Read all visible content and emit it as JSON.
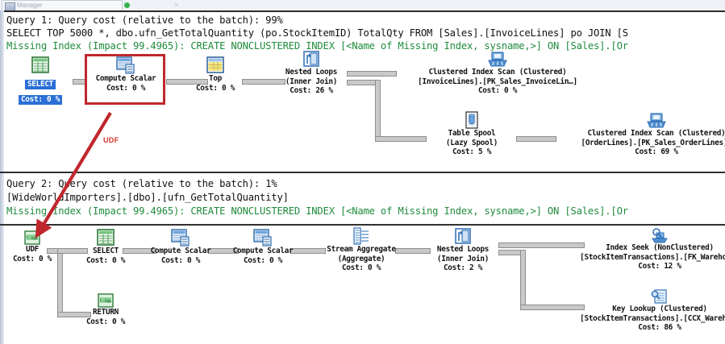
{
  "window": {
    "tab_label": "Manager",
    "close_glyph": "×"
  },
  "queries": [
    {
      "id": "query-1",
      "header_cost": "Query 1: Query cost (relative to the batch): 99%",
      "header_sql": "SELECT TOP 5000 *, dbo.ufn_GetTotalQuantity (po.StockItemID) TotalQty FROM [Sales].[InvoiceLines] po JOIN [S",
      "header_missing_index": "Missing Index (Impact 99.4965): CREATE NONCLUSTERED INDEX [<Name of Missing Index, sysname,>] ON [Sales].[Or",
      "nodes": [
        {
          "name": "select",
          "icon": "select-icon",
          "line1": "SELECT",
          "line2": "",
          "cost": "Cost: 0 %",
          "selected": true
        },
        {
          "name": "compute-scalar",
          "icon": "compute-scalar-icon",
          "line1": "Compute Scalar",
          "line2": "",
          "cost": "Cost: 0 %",
          "selected": false
        },
        {
          "name": "top",
          "icon": "top-icon",
          "line1": "Top",
          "line2": "",
          "cost": "Cost: 0 %",
          "selected": false
        },
        {
          "name": "nested-loops",
          "icon": "nested-loops-icon",
          "line1": "Nested Loops",
          "line2": "(Inner Join)",
          "cost": "Cost: 26 %",
          "selected": false
        },
        {
          "name": "clustered-index-scan-invoicelines",
          "icon": "clustered-index-scan-icon",
          "line1": "Clustered Index Scan (Clustered)",
          "line2": "[InvoiceLines].[PK_Sales_InvoiceLin…]",
          "cost": "Cost: 0 %",
          "selected": false
        },
        {
          "name": "table-spool",
          "icon": "table-spool-icon",
          "line1": "Table Spool",
          "line2": "(Lazy Spool)",
          "cost": "Cost: 5 %",
          "selected": false
        },
        {
          "name": "clustered-index-scan-orderlines",
          "icon": "clustered-index-scan-icon",
          "line1": "Clustered Index Scan (Clustered)",
          "line2": "[OrderLines].[PK_Sales_OrderLines]…",
          "cost": "Cost: 69 %",
          "selected": false
        }
      ]
    },
    {
      "id": "query-2",
      "header_cost": "Query 2: Query cost (relative to the batch): 1%",
      "header_sql": "[WideWorldImporters].[dbo].[ufn_GetTotalQuantity]",
      "header_missing_index": "Missing Index (Impact 99.4965): CREATE NONCLUSTERED INDEX [<Name of Missing Index, sysname,>] ON [Sales].[Or",
      "nodes": [
        {
          "name": "udf",
          "icon": "tsql-icon",
          "line1": "UDF",
          "line2": "",
          "cost": "Cost: 0 %",
          "selected": false
        },
        {
          "name": "select",
          "icon": "select-icon",
          "line1": "SELECT",
          "line2": "",
          "cost": "Cost: 0 %",
          "selected": false
        },
        {
          "name": "compute-scalar-1",
          "icon": "compute-scalar-icon",
          "line1": "Compute Scalar",
          "line2": "",
          "cost": "Cost: 0 %",
          "selected": false
        },
        {
          "name": "compute-scalar-2",
          "icon": "compute-scalar-icon",
          "line1": "Compute Scalar",
          "line2": "",
          "cost": "Cost: 0 %",
          "selected": false
        },
        {
          "name": "stream-aggregate",
          "icon": "stream-aggregate-icon",
          "line1": "Stream Aggregate",
          "line2": "(Aggregate)",
          "cost": "Cost: 0 %",
          "selected": false
        },
        {
          "name": "nested-loops",
          "icon": "nested-loops-icon",
          "line1": "Nested Loops",
          "line2": "(Inner Join)",
          "cost": "Cost: 2 %",
          "selected": false
        },
        {
          "name": "index-seek",
          "icon": "index-seek-icon",
          "line1": "Index Seek (NonClustered)",
          "line2": "[StockItemTransactions].[FK_Warehou…]",
          "cost": "Cost: 12 %",
          "selected": false
        },
        {
          "name": "key-lookup",
          "icon": "key-lookup-icon",
          "line1": "Key Lookup (Clustered)",
          "line2": "[StockItemTransactions].[CCX_Wareho…]",
          "cost": "Cost: 86 %",
          "selected": false
        },
        {
          "name": "return",
          "icon": "tsql-icon",
          "line1": "RETURN",
          "line2": "",
          "cost": "Cost: 0 %",
          "selected": false
        }
      ]
    }
  ],
  "annotations": {
    "highlight_target": "Compute Scalar",
    "arrow_label": "UDF",
    "accent_color": "#c0272d",
    "selection_color": "#2a6fd6",
    "missing_index_color": "#1f8b3d"
  }
}
